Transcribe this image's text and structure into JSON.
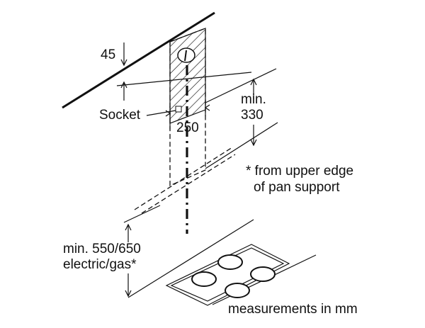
{
  "labels": {
    "top_offset": "45",
    "socket": "Socket",
    "width": "250",
    "min_height_1": "min.",
    "min_height_2": "330",
    "note_line_1": "* from upper edge",
    "note_line_2": "of pan support",
    "clearance_1": "min. 550/650",
    "clearance_2": "electric/gas*",
    "units": "measurements in mm"
  }
}
